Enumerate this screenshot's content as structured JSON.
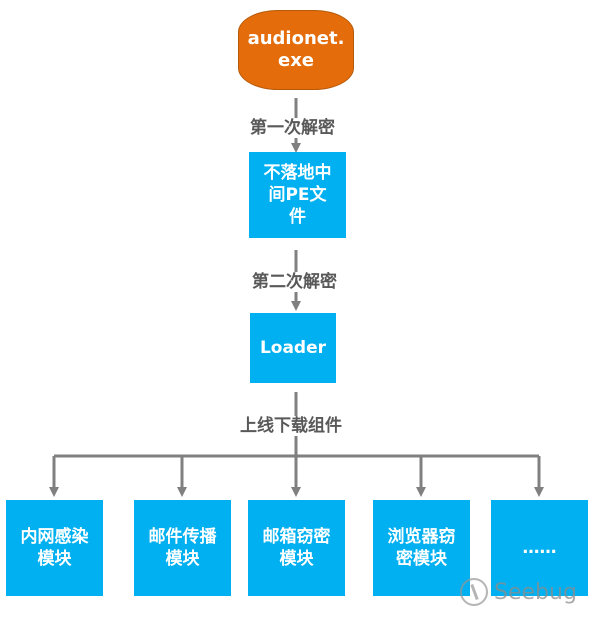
{
  "nodes": {
    "exe": "audionet.exe",
    "pe_line1": "不落地中",
    "pe_line2": "间PE文",
    "pe_line3": "件",
    "loader": "Loader",
    "m1_line1": "内网感染",
    "m1_line2": "模块",
    "m2_line1": "邮件传播",
    "m2_line2": "模块",
    "m3_line1": "邮箱窃密",
    "m3_line2": "模块",
    "m4_line1": "浏览器窃",
    "m4_line2": "密模块",
    "m5": "……"
  },
  "edges": {
    "first_decrypt": "第一次解密",
    "second_decrypt": "第二次解密",
    "go_online": "上线下载组件"
  },
  "colors": {
    "exe_fill": "#e46c0a",
    "box_fill": "#00b0f0",
    "arrow": "#808080",
    "label": "#595959"
  },
  "watermark": {
    "text": "Seebug",
    "icon": "seebug-logo-icon"
  }
}
